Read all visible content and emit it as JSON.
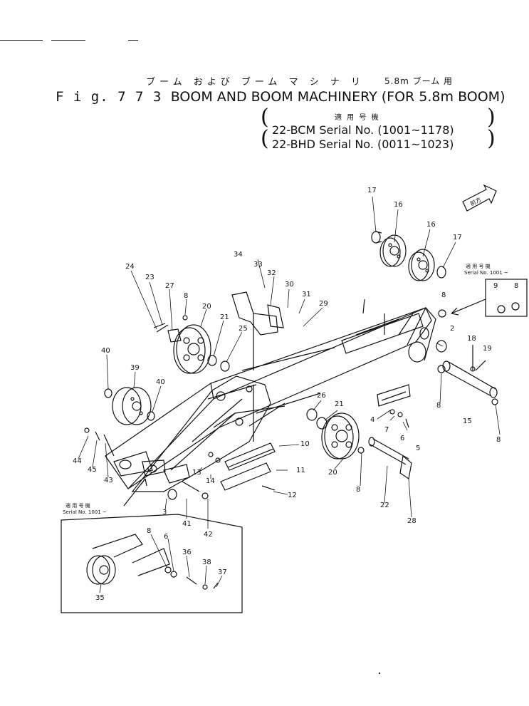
{
  "header": {
    "japanese_title": "ブーム および ブーム マ シ ナ リ",
    "japanese_sub": "5.8m ブーム 用",
    "figure_title": "F i g. 7 7 3",
    "figure_name": "BOOM AND BOOM MACHINERY (FOR 5.8m BOOM)",
    "serial_heading": "適 用 号 機",
    "serial_lines": [
      "22-BCM Serial No. (1001~1178)",
      "22-BHD Serial No. (0011~1023)"
    ]
  },
  "direction_arrow_label": "前方",
  "inset_notes": {
    "right": {
      "heading": "適 用 号 機",
      "serial": "Serial No. 1001 ~"
    },
    "left": {
      "heading": "適 用 号 機",
      "serial": "Serial No. 1001 ~"
    }
  },
  "part_numbers": {
    "p17a": "17",
    "p16a": "16",
    "p16b": "16",
    "p17b": "17",
    "p34": "34",
    "p33": "33",
    "p32": "32",
    "p30": "30",
    "p31": "31",
    "p29": "29",
    "p24": "24",
    "p23": "23",
    "p27": "27",
    "p8a": "8",
    "p20a": "20",
    "p21a": "21",
    "p25": "25",
    "p9": "9",
    "p8b": "8",
    "p8c": "8",
    "p2": "2",
    "p18": "18",
    "p19": "19",
    "p40a": "40",
    "p39": "39",
    "p40b": "40",
    "p26": "26",
    "p21b": "21",
    "p4": "4",
    "p7": "7",
    "p6": "6",
    "p5": "5",
    "p8d": "8",
    "p15": "15",
    "p8e": "8",
    "p44": "44",
    "p45": "45",
    "p43": "43",
    "p10": "10",
    "p11": "11",
    "p13": "13",
    "p14": "14",
    "p12": "12",
    "p20b": "20",
    "p8f": "8",
    "p22": "22",
    "p28": "28",
    "p3": "3",
    "p41": "41",
    "p42": "42",
    "p8g": "8",
    "p6b": "6",
    "p36": "36",
    "p38": "38",
    "p37": "37",
    "p35": "35"
  }
}
